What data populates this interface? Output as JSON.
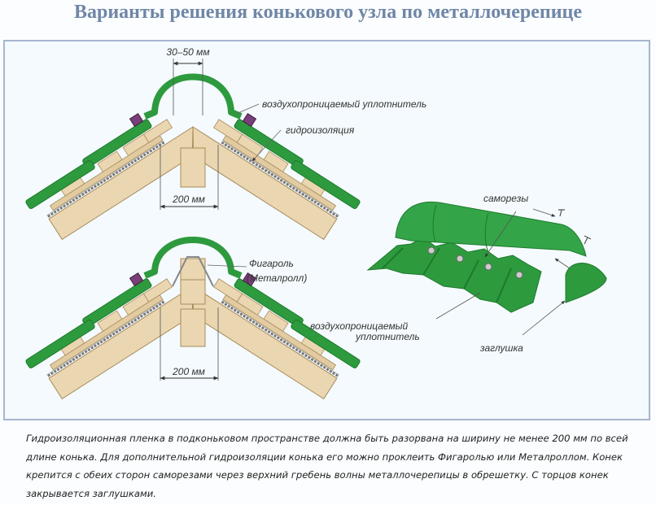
{
  "title": "Варианты решения конькового узла по металлочерепице",
  "diagram": {
    "top_section": {
      "gap_dimension": "30–50 мм",
      "cut_dimension": "200 мм",
      "seal_label": "воздухопроницаемый уплотнитель",
      "membrane_label": "гидроизоляция"
    },
    "bottom_section": {
      "cut_dimension": "200 мм",
      "figarol_label": "Фигароль",
      "metalroll_label": "(Металролл)"
    },
    "iso_view": {
      "screws_label": "саморезы",
      "seal_label_line1": "воздухопроницаемый",
      "seal_label_line2": "уплотнитель",
      "end_cap_label": "заглушка"
    },
    "colors": {
      "green": "#2e9a3e",
      "dark_green": "#1d7a2c",
      "wood": "#ead6b0",
      "seal": "#7a3f7a",
      "title": "#6f86a6"
    }
  },
  "description": "Гидроизоляционная пленка в подконьковом пространстве должна быть разорвана на ширину не менее 200 мм по всей длине конька. Для дополнительной гидроизоляции конька его можно проклеить Фигаролью или Металроллом. Конек крепится с обеих сторон саморезами через верхний гребень волны металлочерепицы в обрешетку. С торцов конек закрывается заглушками."
}
